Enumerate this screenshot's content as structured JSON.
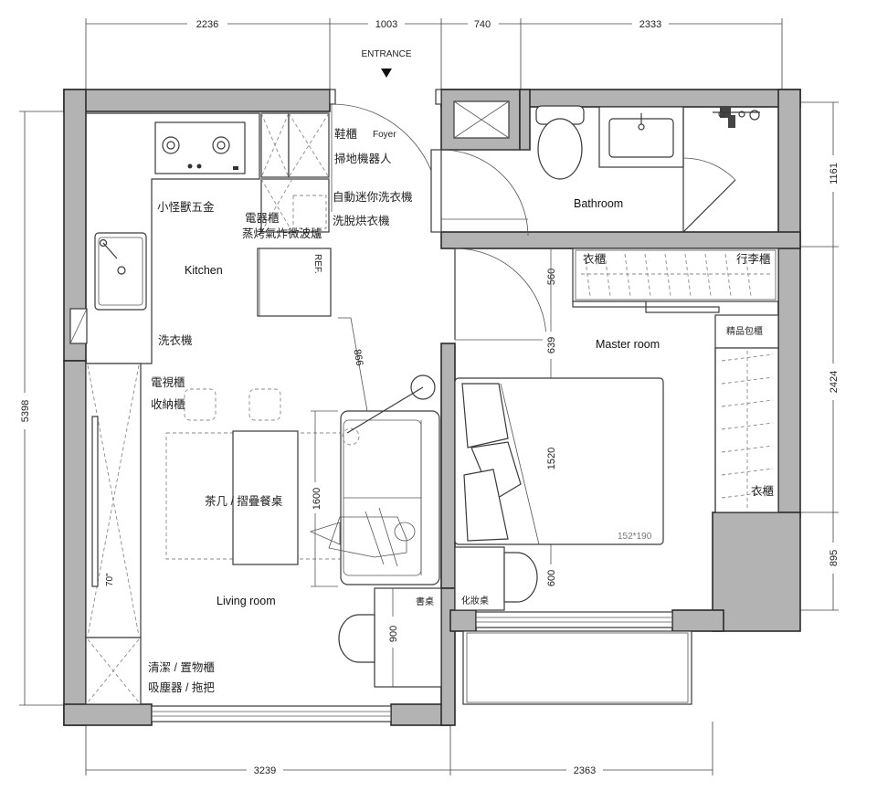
{
  "entrance": {
    "label": "ENTRANCE"
  },
  "dimensions": {
    "top": [
      "2236",
      "1003",
      "740",
      "2333"
    ],
    "bottom": [
      "3239",
      "2363"
    ],
    "left": [
      "5398"
    ],
    "right": [
      "1161",
      "2424",
      "895"
    ],
    "inner": {
      "sofa_diag": "866",
      "master_door_gap": "560",
      "master_clear": "639",
      "bed_length": "1520",
      "vanity_depth": "600",
      "sofa_length": "1600",
      "desk_length": "900",
      "tv_size": "70\""
    }
  },
  "rooms": {
    "foyer": "Foyer",
    "bathroom": "Bathroom",
    "kitchen": "Kitchen",
    "master": "Master room",
    "living": "Living room"
  },
  "labels": {
    "shoe_cabinet": "鞋櫃",
    "robot_vacuum": "掃地機器人",
    "auto_mini_washer": "自動迷你洗衣機",
    "washer_dryer": "洗脫烘衣機",
    "hardware": "小怪獸五金",
    "appliance_cabinet": "電器櫃",
    "steam_oven": "蒸烤氣炸微波爐",
    "ref": "REF.",
    "washing_machine": "洗衣機",
    "tv_cabinet": "電視櫃",
    "storage_cabinet": "收納櫃",
    "coffee_table": "茶几 / 摺疊餐桌",
    "cleaning_cabinet": "清潔 / 置物櫃",
    "vacuum_mop": "吸塵器 / 拖把",
    "wardrobe_top": "衣櫃",
    "luggage_cabinet": "行李櫃",
    "bag_cabinet": "精品包櫃",
    "wardrobe_right": "衣櫃",
    "bed_size": "152*190",
    "desk": "書桌",
    "vanity": "化妝桌"
  }
}
